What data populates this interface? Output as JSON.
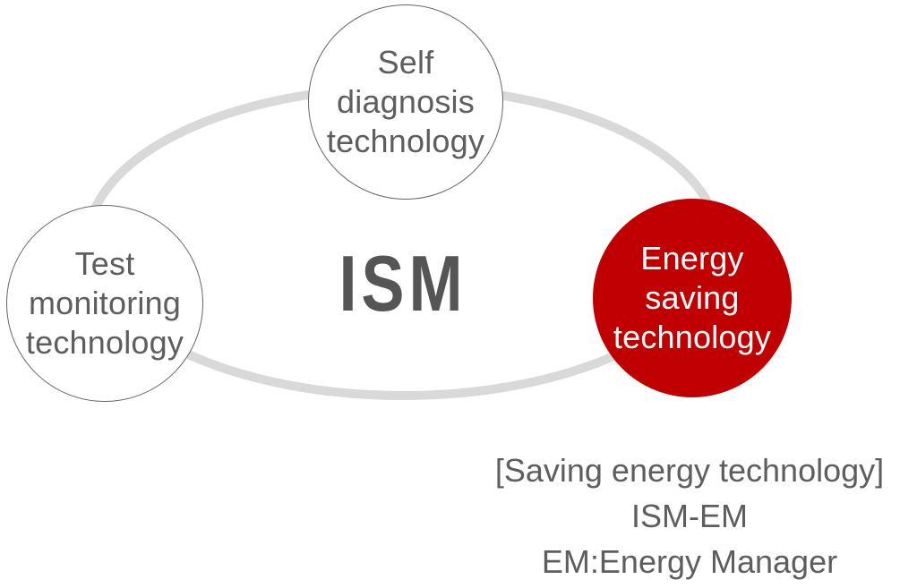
{
  "diagram": {
    "center_label": "ISM",
    "colors": {
      "ring": "#d9d9d9",
      "node_border": "#666666",
      "node_text": "#5e5e5e",
      "highlight_fill": "#c00000",
      "highlight_text": "#ffffff",
      "center_text": "#555555"
    },
    "nodes": {
      "self_diagnosis": {
        "lines": [
          "Self",
          "diagnosis",
          "technology"
        ],
        "highlighted": false
      },
      "test_monitoring": {
        "lines": [
          "Test",
          "monitoring",
          "technology"
        ],
        "highlighted": false
      },
      "energy_saving": {
        "lines": [
          "Energy",
          "saving",
          "technology"
        ],
        "highlighted": true
      }
    },
    "note": {
      "lines": [
        "[Saving energy technology]",
        "ISM-EM",
        "EM:Energy Manager"
      ]
    }
  }
}
